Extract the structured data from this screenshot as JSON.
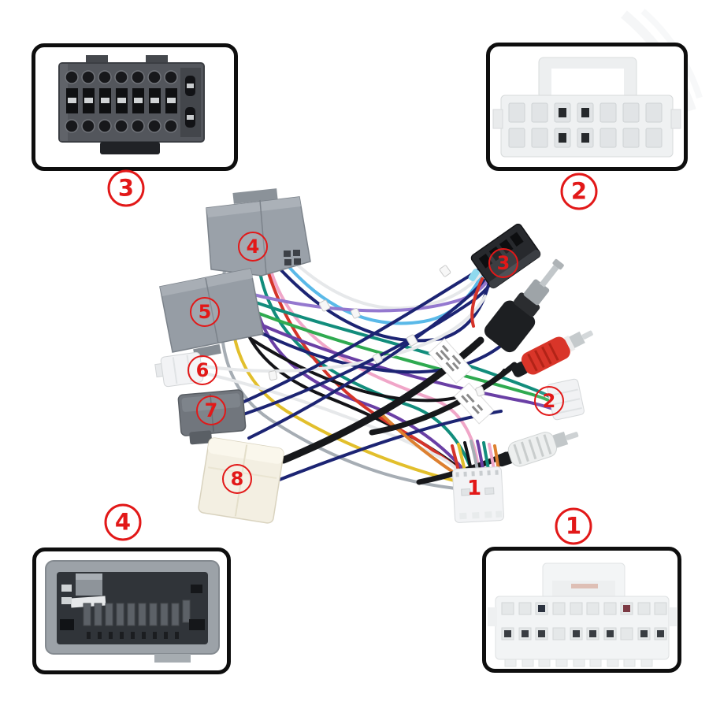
{
  "page": {
    "type": "product-photo-diagram",
    "subject": "car-stereo-wiring-harness-adapter",
    "background_color": "#ffffff",
    "accent_color": "#e21818"
  },
  "callouts": {
    "insets": {
      "top_left": "3",
      "top_right": "2",
      "bottom_left": "4",
      "bottom_right": "1"
    },
    "harness": {
      "c1": "1",
      "c2": "2",
      "c3": "3",
      "c4": "4",
      "c5": "5",
      "c6": "6",
      "c7": "7",
      "c8": "8"
    }
  },
  "parts": {
    "1": "white-20pin-connector",
    "2": "small-white-connector",
    "3": "black-16pin-connector",
    "4": "gray-quadlock-connector-large",
    "5": "gray-quadlock-connector-medium",
    "6": "small-white-2pin-connector",
    "7": "dark-gray-connector",
    "8": "cream-white-connector",
    "unnumbered": [
      "antenna-plug",
      "rca-plug-red",
      "rca-plug-white",
      "wire-label-tags",
      "cable-ties"
    ]
  },
  "palette": {
    "callout_red": "#e21818",
    "inset_border": "#0e0e0e",
    "connector_gray": "#99a0a8",
    "connector_dark_gray": "#71767d",
    "connector_black": "#27292d",
    "connector_cream": "#f3efe2",
    "connector_white": "#f2f3f5",
    "rca_red": "#d93529",
    "rca_white": "#edefef",
    "metal": "#c2c7ca",
    "wire_colors": [
      "#1c2473",
      "#141418",
      "#128d7c",
      "#2faa50",
      "#6a3fa5",
      "#9478cf",
      "#f0a6c8",
      "#e2bf2c",
      "#d5342a",
      "#e6e8ea",
      "#a6adb4",
      "#5ab9e8",
      "#dd8030"
    ]
  }
}
